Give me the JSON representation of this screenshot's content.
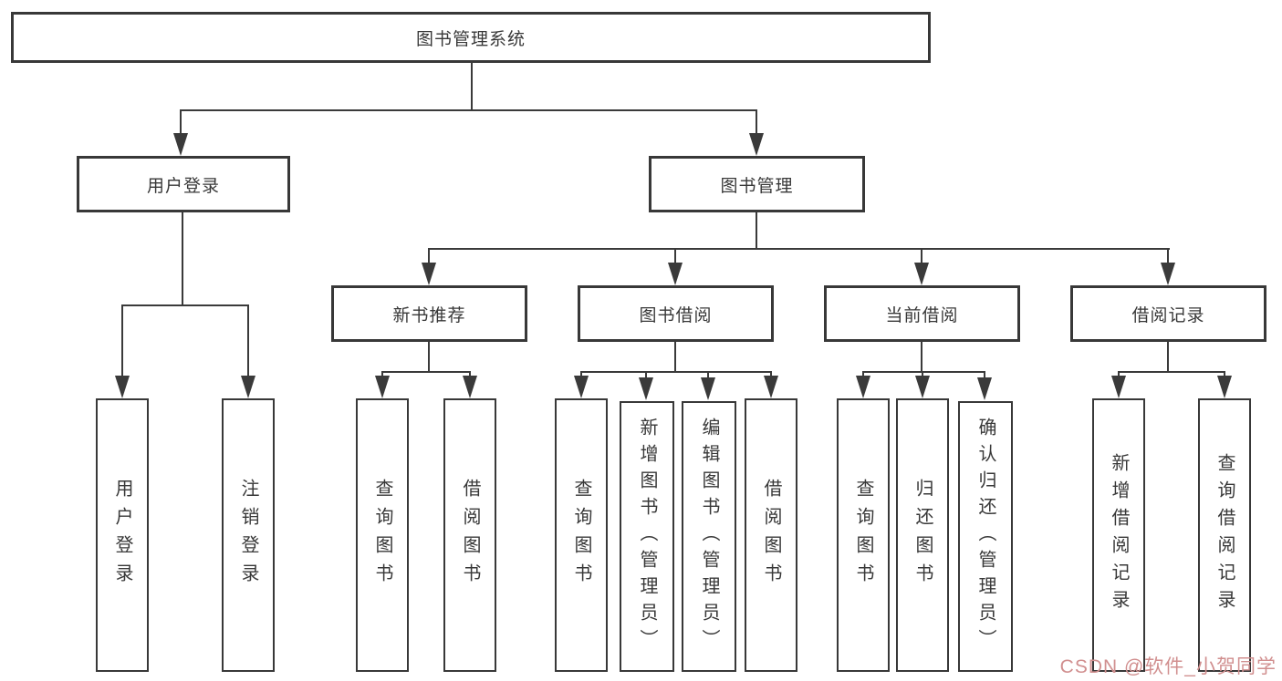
{
  "tree": {
    "root": {
      "label": "图书管理系统"
    },
    "level2": [
      {
        "label": "用户登录"
      },
      {
        "label": "图书管理"
      }
    ],
    "level3": [
      {
        "label": "新书推荐"
      },
      {
        "label": "图书借阅"
      },
      {
        "label": "当前借阅"
      },
      {
        "label": "借阅记录"
      }
    ],
    "leaves": {
      "user_login": [
        "用户登录",
        "注销登录"
      ],
      "new_book": [
        "查询图书",
        "借阅图书"
      ],
      "book_borrow": [
        "查询图书",
        "新增图书（管理员）",
        "编辑图书（管理员）",
        "借阅图书"
      ],
      "current_borrow": [
        "查询图书",
        "归还图书",
        "确认归还（管理员）"
      ],
      "borrow_records": [
        "新增借阅记录",
        "查询借阅记录"
      ]
    }
  },
  "colors": {
    "line": "#3a3a3a",
    "text": "#383838",
    "watermark": "#d18f8f",
    "background": "#ffffff"
  },
  "watermark": {
    "text": "CSDN @软件_小贺同学"
  }
}
